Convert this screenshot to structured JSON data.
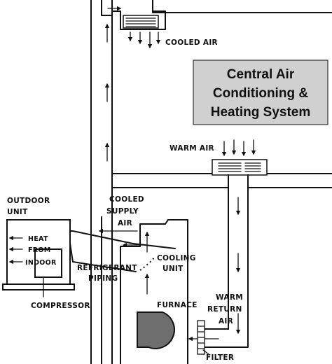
{
  "title": {
    "lines": [
      "Central Air",
      "Conditioning &",
      "Heating System"
    ],
    "box_color": "#d0d0d0"
  },
  "labels": {
    "cooled_air": "COOLED AIR",
    "warm_air": "WARM AIR",
    "outdoor_unit": [
      "OUTDOOR",
      "UNIT"
    ],
    "heat_from_indoor": [
      "HEAT",
      "FROM",
      "INDOOR"
    ],
    "compressor": "COMPRESSOR",
    "cooled_supply_air": [
      "COOLED",
      "SUPPLY",
      "AIR"
    ],
    "refrigerant_piping": [
      "REFRIGERANT",
      "PIPING"
    ],
    "cooling_unit": [
      "COOLING",
      "UNIT"
    ],
    "furnace": "FURNACE",
    "warm_return_air": [
      "WARM",
      "RETURN",
      "AIR"
    ],
    "filter": "FILTER"
  },
  "colors": {
    "line": "#111111",
    "furnace_fill": "#6e6e6e",
    "unit_fill": "#ffffff"
  }
}
